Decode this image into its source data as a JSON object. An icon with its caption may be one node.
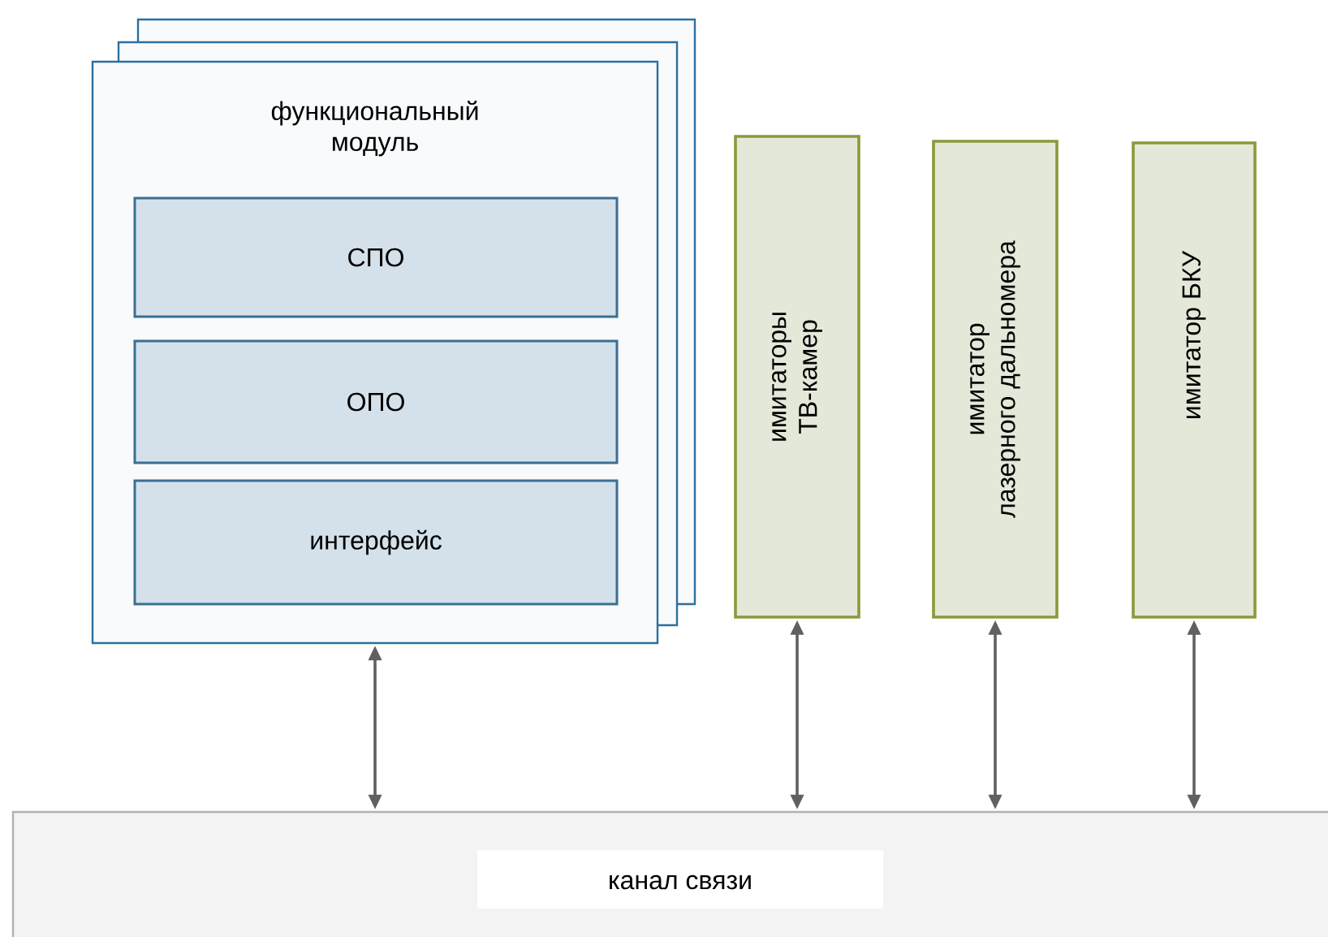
{
  "diagram": {
    "nodes": [
      {
        "text": [
          "функциональный модуль"
        ]
      },
      {
        "text": [
          "СПО"
        ],
        "in": 0
      },
      {
        "text": [
          "ОПО"
        ],
        "in": 0
      },
      {
        "text": [
          "интерфейс"
        ],
        "in": 0
      },
      {
        "text": [
          "имитаторы ТВ-камер"
        ]
      },
      {
        "text": [
          "имитатор лазерного дальномера"
        ]
      },
      {
        "text": [
          "имитатор БКУ"
        ]
      },
      {
        "text": [
          "канал связи"
        ]
      }
    ],
    "edges": [
      {
        "from": 0,
        "to": 7,
        "arrow": "both"
      },
      {
        "from": 4,
        "to": 7,
        "arrow": "both"
      },
      {
        "from": 5,
        "to": 7,
        "arrow": "both"
      },
      {
        "from": 6,
        "to": 7,
        "arrow": "both"
      }
    ]
  }
}
